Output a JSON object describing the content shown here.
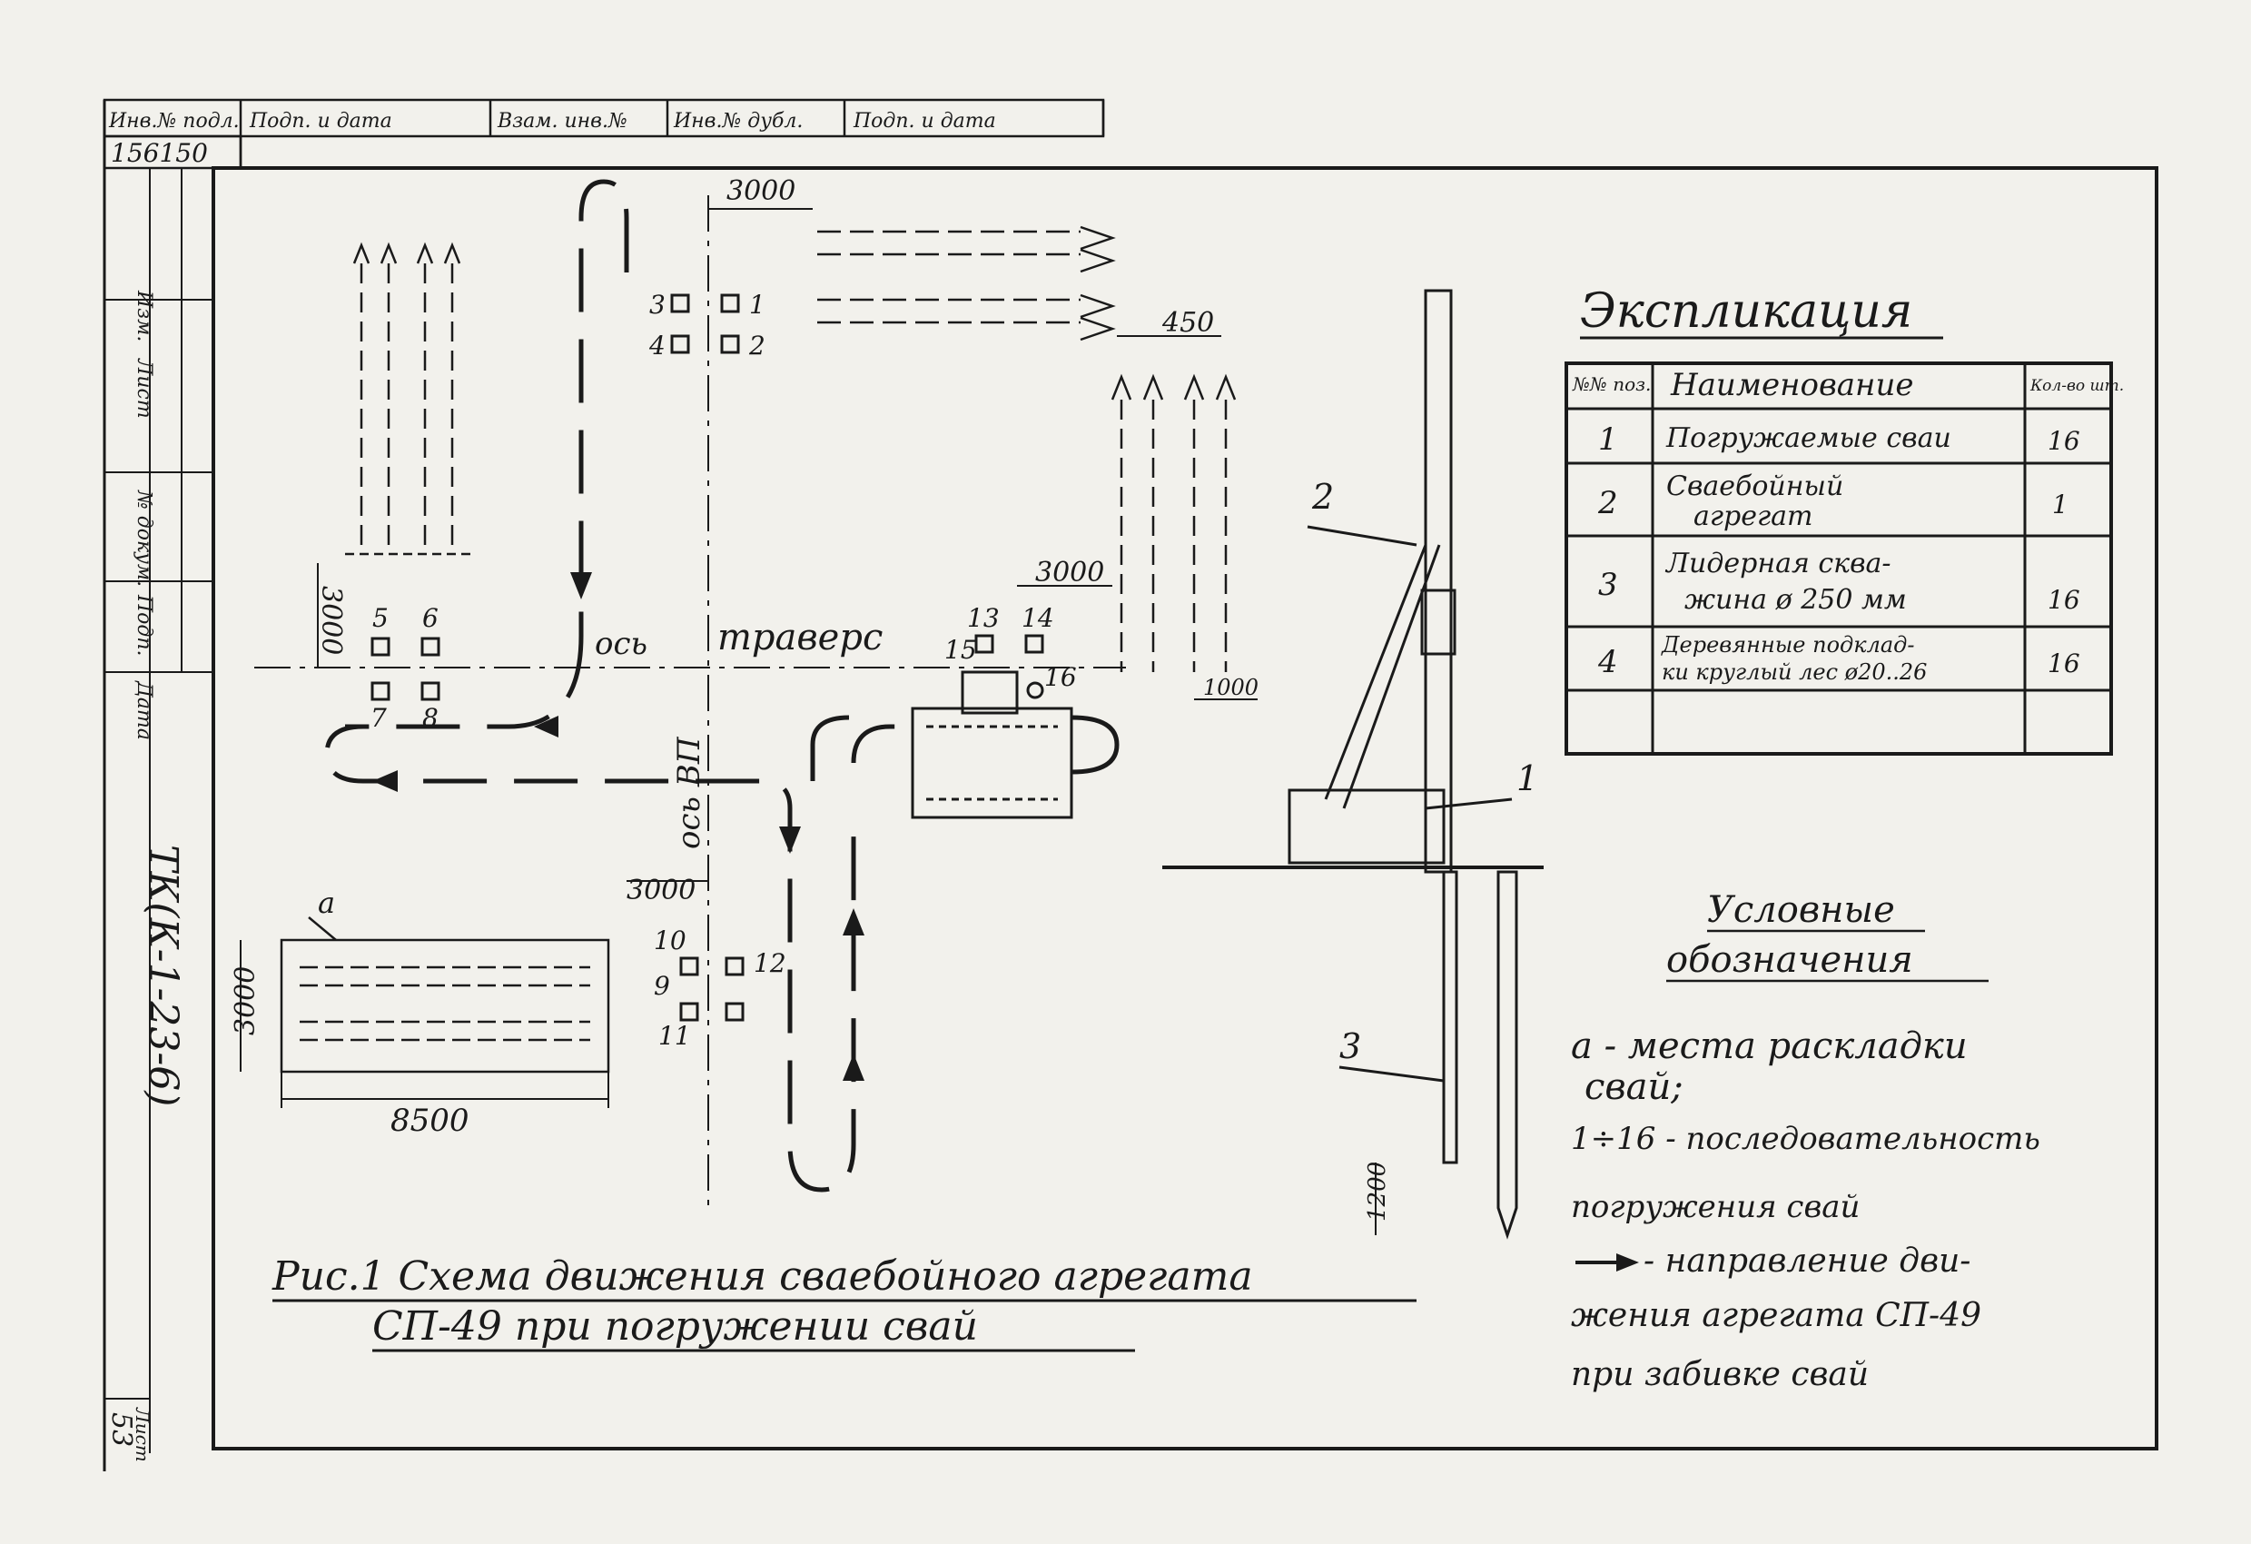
{
  "stamp": {
    "headers": [
      "Инв.№ подл.",
      "Подп. и дата",
      "Взам. инв.№",
      "Инв.№ дубл.",
      "Подп. и дата"
    ],
    "inventory_number": "156150",
    "side_labels": [
      "Изм.",
      "Лист",
      "№ докум.",
      "Подп.",
      "Дата"
    ],
    "doc_code": "ТК(К-1-23-6)",
    "sheet_label": "Лист",
    "sheet_number": "53"
  },
  "legend_table": {
    "title": "Экспликация",
    "headers": [
      "№№ поз.",
      "Наименование",
      "Кол-во шт."
    ],
    "rows": [
      {
        "pos": "1",
        "name": [
          "Погружаемые сваи"
        ],
        "qty": "16"
      },
      {
        "pos": "2",
        "name": [
          "Сваебойный",
          "агрегат"
        ],
        "qty": "1"
      },
      {
        "pos": "3",
        "name": [
          "Лидерная сква-",
          "жина ø 250 мм"
        ],
        "qty": "16"
      },
      {
        "pos": "4",
        "name": [
          "Деревянные подклад-",
          "ки круглый лес ø20..26"
        ],
        "qty": "16"
      }
    ]
  },
  "symbols": {
    "title": [
      "Условные",
      "обозначения"
    ],
    "lines": [
      "а - места раскладки",
      "свай;",
      "1÷16 - последовательность",
      "погружения свай",
      "- направление дви-",
      "жения агрегата СП-49",
      "при забивке свай"
    ]
  },
  "caption": [
    "Рис.1 Схема движения сваебойного агрегата",
    "СП-49 при погружении свай"
  ],
  "plan": {
    "dims": {
      "d3000": "3000",
      "d450": "450",
      "d1000": "1000",
      "d8500": "8500",
      "d1200": "1200"
    },
    "axis_os": "ось",
    "axis_travers": "траверс",
    "axis_vp": "ось ВП",
    "zone_mark": "а",
    "pile_numbers": [
      "1",
      "2",
      "3",
      "4",
      "5",
      "6",
      "7",
      "8",
      "9",
      "10",
      "11",
      "12",
      "13",
      "14",
      "15",
      "16"
    ]
  },
  "elevation": {
    "callouts": [
      "1",
      "2",
      "3"
    ]
  }
}
